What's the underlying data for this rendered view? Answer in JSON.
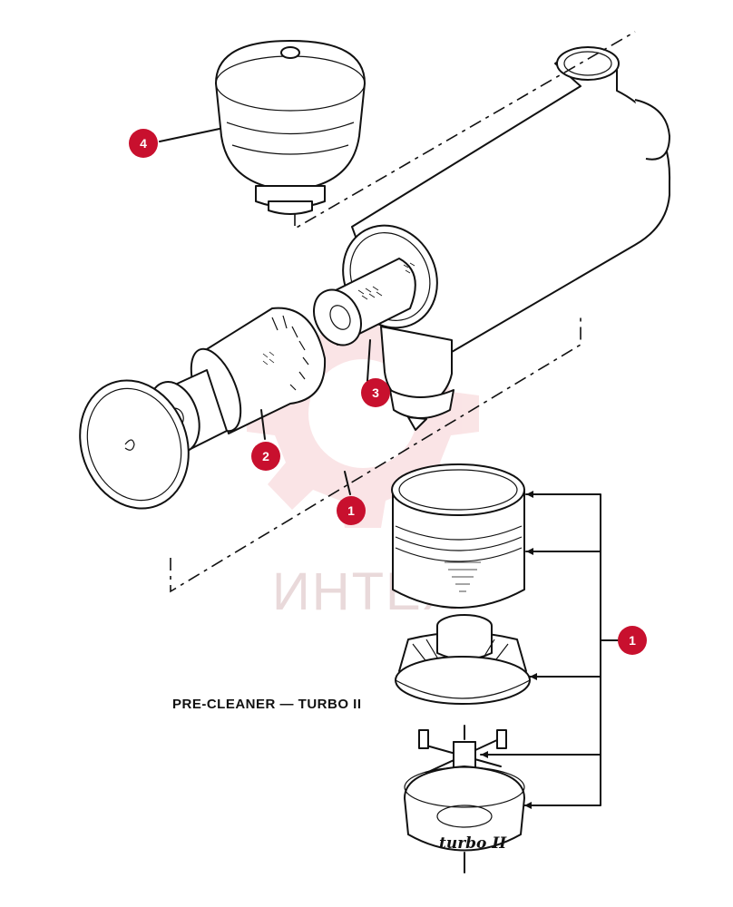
{
  "caption": "PRE-CLEANER — TURBO II",
  "watermark": {
    "text": "ИНТЕХ",
    "color": "#f3c9cc"
  },
  "logo_text": "turbo II",
  "callouts": [
    {
      "id": "callout-4",
      "label": "4"
    },
    {
      "id": "callout-3",
      "label": "3"
    },
    {
      "id": "callout-2",
      "label": "2"
    },
    {
      "id": "callout-1a",
      "label": "1"
    },
    {
      "id": "callout-1b",
      "label": "1"
    }
  ],
  "colors": {
    "callout": "#c8102e",
    "ink": "#111111"
  }
}
